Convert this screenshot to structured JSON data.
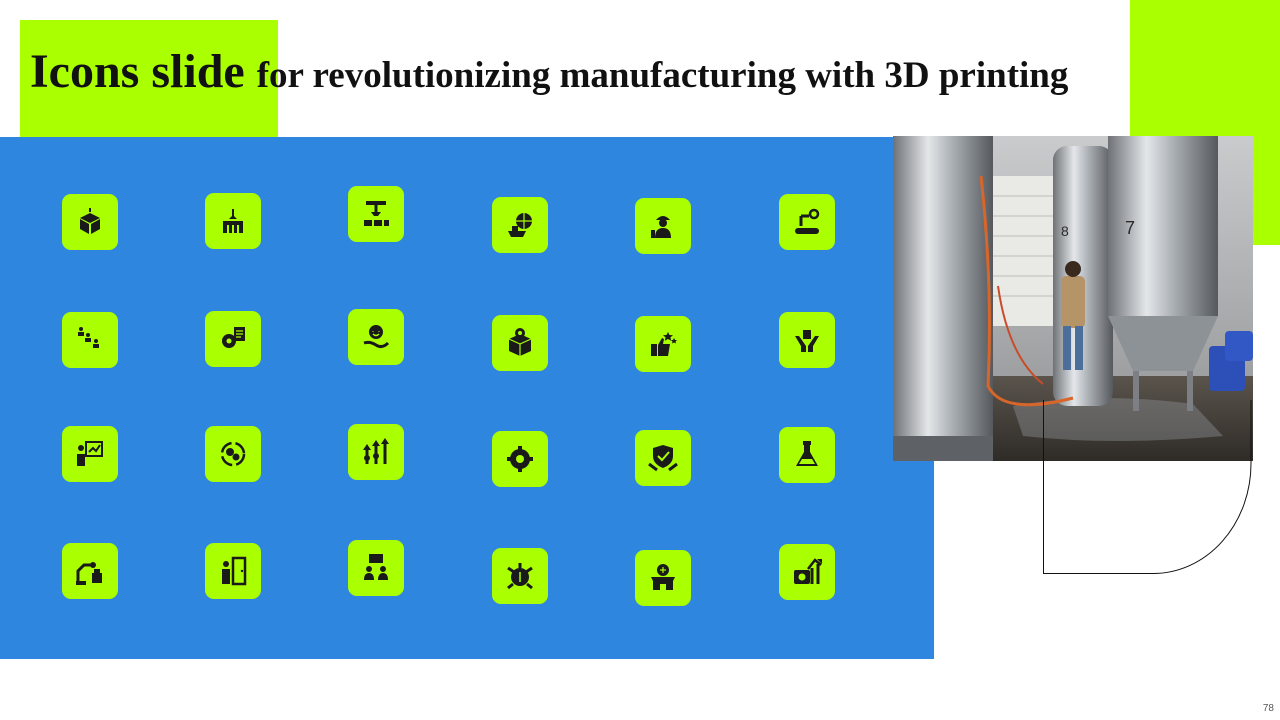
{
  "slide": {
    "title_main": "Icons slide",
    "title_sub": "for revolutionizing manufacturing with 3D printing",
    "page_number": "78"
  },
  "colors": {
    "accent": "#aaff00",
    "panel_blue": "#2e86de",
    "icon_glyph": "#1a1a1a",
    "text": "#111111"
  },
  "icons": [
    [
      "open-box-icon",
      "warehouse-crane-icon",
      "robot-arm-assembly-icon",
      "global-shipping-icon",
      "engineer-worker-icon",
      "factory-robot-icon"
    ],
    [
      "step-process-icon",
      "gear-document-icon",
      "customer-care-icon",
      "box-settings-icon",
      "rating-thumbs-up-icon",
      "hands-holding-icon"
    ],
    [
      "presentation-chart-icon",
      "cycle-gears-icon",
      "growth-arrows-icon",
      "settings-gear-icon",
      "handshake-shield-icon",
      "lab-flask-icon"
    ],
    [
      "robot-packaging-icon",
      "person-door-icon",
      "team-meeting-icon",
      "dollar-cog-icon",
      "online-store-icon",
      "money-growth-icon"
    ]
  ],
  "photo": {
    "subject": "industrial-tanks-photo"
  }
}
